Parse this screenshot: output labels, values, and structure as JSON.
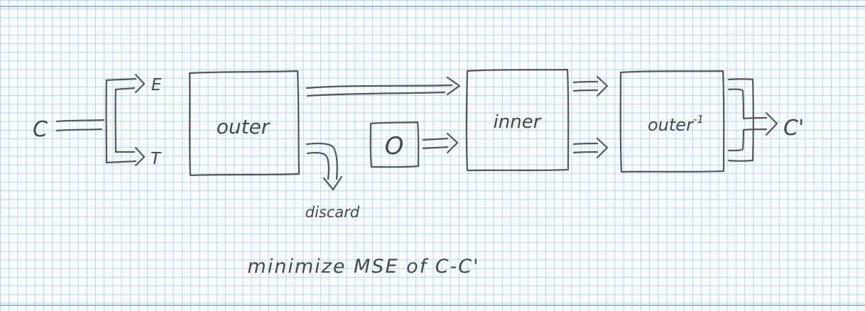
{
  "diagram": {
    "input_label": "C",
    "branch_top_label": "E",
    "branch_bottom_label": "T",
    "outer_box_label": "outer",
    "zero_box_label": "O",
    "inner_box_label": "inner",
    "outer_inv_box": {
      "base": "outer",
      "sup": "-1"
    },
    "output_label": "C'",
    "discard_label": "discard",
    "caption": "minimize MSE of C-C'"
  },
  "style": {
    "ink_color": "#4a4a4a",
    "grid_color": "#9ec4dc",
    "paper_color": "#f7fbfd"
  }
}
